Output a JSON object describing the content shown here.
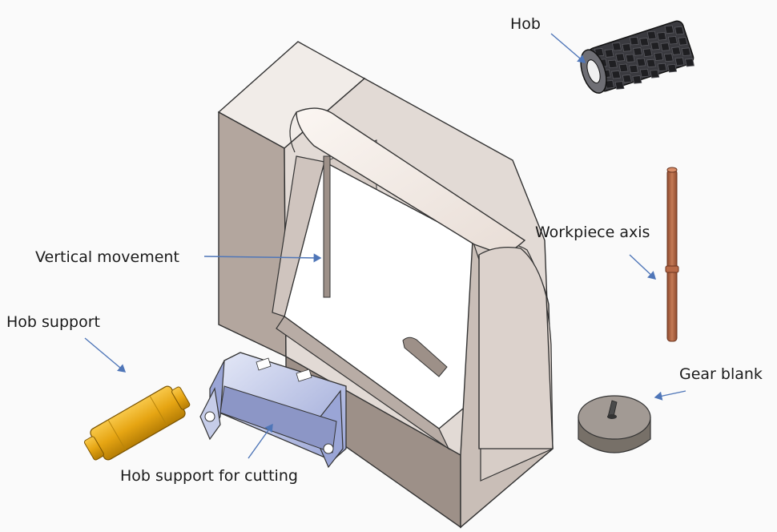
{
  "labels": {
    "hob": "Hob",
    "workpiece_axis": "Workpiece axis",
    "vertical_movement": "Vertical movement",
    "hob_support": "Hob support",
    "gear_blank": "Gear blank",
    "hob_support_cutting": "Hob support for cutting"
  },
  "colors": {
    "frame_light": "#e6dfdb",
    "frame_mid": "#d3c9c4",
    "frame_dark": "#a59890",
    "arch_cream": "#f5eee9",
    "hob_dark": "#2f2f33",
    "rod_copper": "#b86a47",
    "gear_grey": "#8c8480",
    "hob_support_gold": "#e6a513",
    "bracket_blue": "#b9c2e6",
    "arrow_blue": "#4f76b8"
  }
}
